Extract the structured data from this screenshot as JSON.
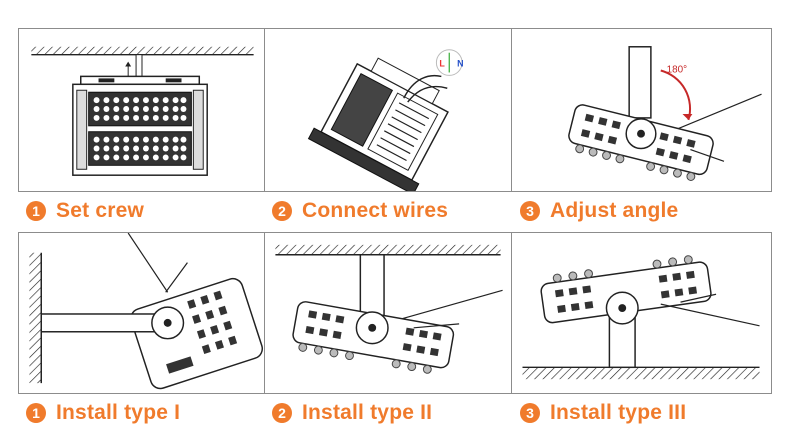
{
  "accent_color": "#f07b2c",
  "steps": [
    {
      "number": "1",
      "label": "Set crew"
    },
    {
      "number": "2",
      "label": "Connect wires"
    },
    {
      "number": "3",
      "label": "Adjust angle"
    }
  ],
  "installs": [
    {
      "number": "1",
      "label": "Install type I"
    },
    {
      "number": "2",
      "label": "Install type II"
    },
    {
      "number": "3",
      "label": "Install type III"
    }
  ],
  "diagram_text": {
    "angle": "180°",
    "wire_l": "L",
    "wire_n": "N"
  }
}
